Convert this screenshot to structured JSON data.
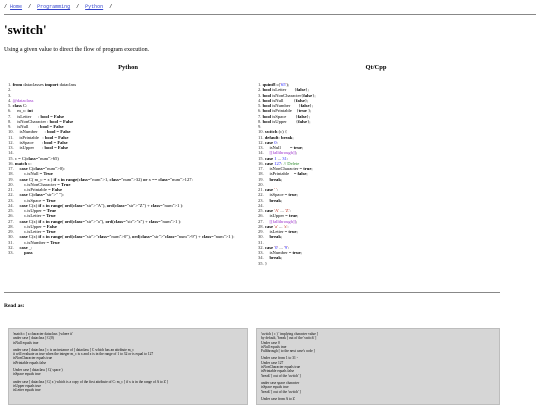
{
  "breadcrumb": {
    "sep": "/",
    "items": [
      "Home",
      "Programming",
      "Python"
    ]
  },
  "page": {
    "title": "'switch'",
    "intro": "Using a given value to direct the flow of program execution."
  },
  "columns": {
    "left_heading": "Python",
    "right_heading": "Qt/Cpp"
  },
  "python_code": [
    "from dataclasses import dataclass",
    "",
    "",
    "@dataclass",
    "class C:",
    "    m_c: int",
    "    isLetter      : bool = False",
    "    isNonCharacter : bool = False",
    "    isNull        : bool = False",
    "    isNumber      : bool = False",
    "    isPrintable   : bool = False",
    "    isSpace       : bool = False",
    "    isUpper       : bool = False",
    "",
    "c = C(65)",
    "match c:",
    "    case C(0):",
    "        c.isNull = True",
    "    case C( m_c = x ) if x in range(1, 32) or x == 127:",
    "        c.isNonCharacter = True",
    "        c.isPrintable = False",
    "    case C(\" \"):",
    "        c.isSpace = True",
    "    case C(x) if x in range( ord(\"A\"), ord(\"Z\") + 1 ):",
    "        c.isUpper = True",
    "        c.isLetter = True",
    "    case C(x) if x in range( ord(\"a\"), ord(\"z\") + 1 ):",
    "        c.isUpper = False",
    "        c.isLetter = True",
    "    case C(x) if x in range( ord(\"0\"), ord(\"9\") + 1 ):",
    "        c.isNumber = True",
    "    case _:",
    "        pass"
  ],
  "cpp_code": [
    "quint8 c('65');",
    "bool isLetter       {false};",
    "bool isNonCharacter{false};",
    "bool isNull         {false};",
    "bool isNumber       {false};",
    "bool isPrintable    {true };",
    "bool isSpace        {false};",
    "bool isUpper        {false};",
    "",
    "switch (c) {",
    "default: break;",
    "case 0:",
    "    isNull        = true;",
    "    [[fallthrough]];",
    "case 1 ... 31:",
    "case 127: // Delete",
    "    isNonCharacter = true;",
    "    isPrintable    = false;",
    "    break;",
    "",
    "case ' ':",
    "    isSpace = true;",
    "    break;",
    "",
    "case 'A' ... 'Z':",
    "    isUpper = true;",
    "    [[fallthrough]];",
    "case 'a' ... 'z':",
    "    isLetter = true;",
    "    break;",
    "",
    "case '0' ... '9':",
    "    isNumber = true;",
    "    break;",
    "}"
  ],
  "read_as": {
    "heading": "Read as:",
    "left_paragraphs": [
      "'match c [ a character dataclass ] where it'\nunder case [ dataclass ] C(0)\nisNull equals true",
      "under case [ dataclass ] c is an instance of [ dataclass ] C which has an attribute m_c\nit will evaluate as true when the integer m_c is x and x is in the range of 1 to 32 or is equal to 127\nisNonCharacter equals true\nisPrintable equals false",
      "Under case [ dataclass ] C( space )\nisSpace equals true",
      "under case [ dataclass ] C( x ) which is a copy of the first attribute of C: m_c [ if x is in the range of A to Z ]\nisUpper equals true\nisLetter equals true"
    ],
    "right_paragraphs": [
      "'switch ( c ) ' implying character value ]\nby default, 'break [ out of the 'switch' ]\nUnder case 0\nisNull equals true\nFallthrough [ to the next case's code ]",
      "Under case from 1 to 31 -\nUnder case 127\nisNonCharacter equals true\nisPrintable equals false\n'break' [ out of the 'switch' ]",
      "under case space character\nisSpace equals true\n'break' [ out of the 'switch' ]",
      "Under case from A to Z"
    ]
  }
}
